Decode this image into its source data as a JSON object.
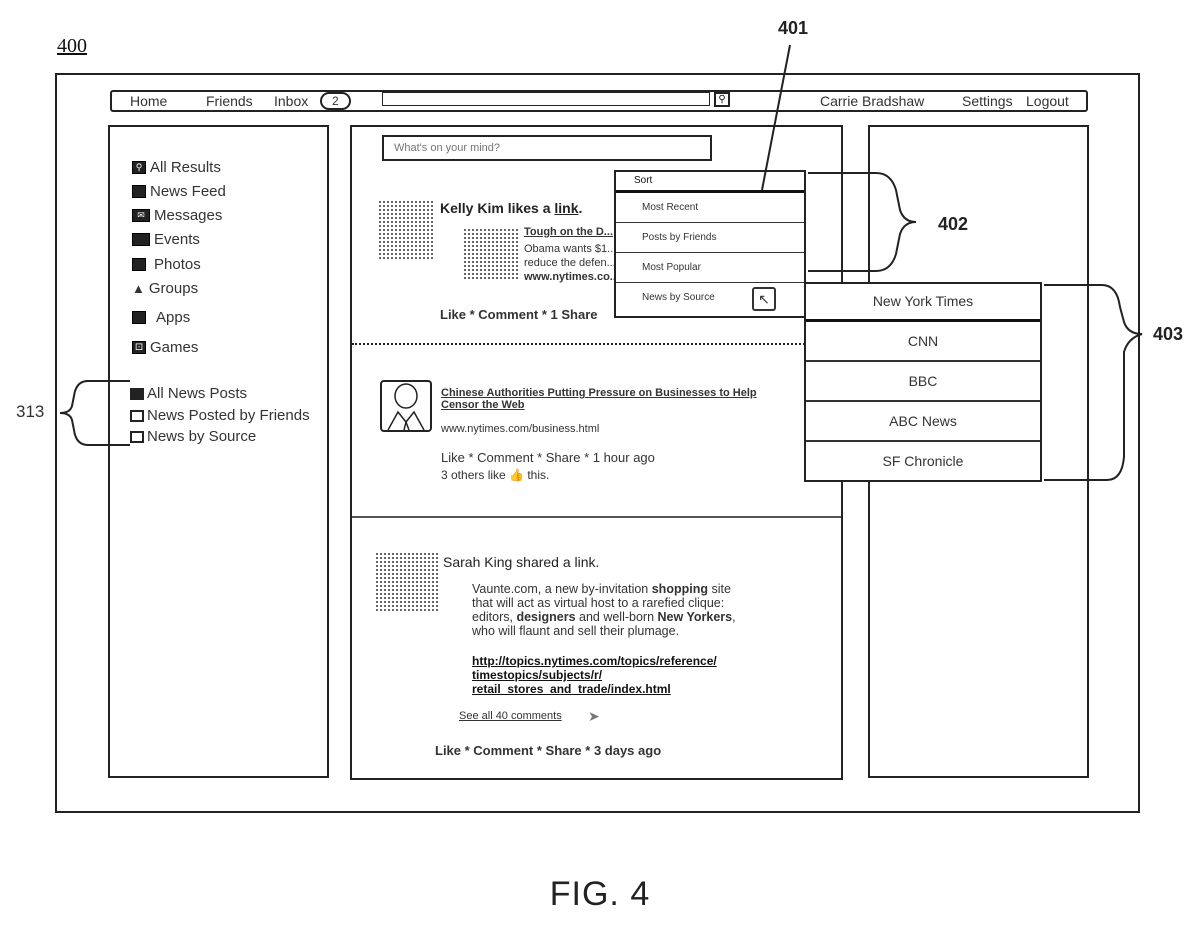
{
  "figure": {
    "reference": "400",
    "caption": "FIG. 4",
    "labels": {
      "sort_menu": "401",
      "sort_options_group": "402",
      "source_options_group": "403",
      "news_filter_group": "313"
    }
  },
  "topbar": {
    "home": "Home",
    "friends": "Friends",
    "inbox": "Inbox",
    "inbox_count": "2",
    "search_placeholder": "",
    "user_name": "Carrie Bradshaw",
    "settings": "Settings",
    "logout": "Logout"
  },
  "sidebar": {
    "items": [
      {
        "label": "All Results",
        "icon": "search-icon"
      },
      {
        "label": "News Feed",
        "icon": "news-feed-icon"
      },
      {
        "label": "Messages",
        "icon": "messages-icon"
      },
      {
        "label": "Events",
        "icon": "events-icon"
      },
      {
        "label": "Photos",
        "icon": "photos-icon"
      },
      {
        "label": "Groups",
        "icon": "groups-icon"
      },
      {
        "label": "Apps",
        "icon": "apps-icon"
      },
      {
        "label": "Games",
        "icon": "games-icon"
      }
    ],
    "news_filters": [
      {
        "label": "All News Posts"
      },
      {
        "label": "News Posted by Friends"
      },
      {
        "label": "News by Source"
      }
    ]
  },
  "composer": {
    "placeholder": "What's on your mind?"
  },
  "posts": [
    {
      "author_line_prefix": "Kelly Kim likes a ",
      "author_line_link": "link",
      "link_title": "Tough on the D...",
      "snippet_1": "Obama wants $1...",
      "snippet_2": "reduce the defen...",
      "source": "www.nytimes.co...",
      "actions": "Like * Comment * 1 Share"
    },
    {
      "link_title": "Chinese Authorities Putting Pressure on Businesses to Help Censor the Web",
      "source": "www.nytimes.com/business.html",
      "actions": "Like * Comment * Share * 1 hour ago",
      "likes": "3 others like",
      "likes_suffix": "this."
    },
    {
      "author_line": "Sarah King shared a link.",
      "body_1": "Vaunte.com, a new by-invitation ",
      "body_1_bold": "shopping",
      "body_1_end": " site",
      "body_2": "that will act as virtual host to a rarefied clique:",
      "body_3": "editors, ",
      "body_3_bold": "designers",
      "body_3_mid": " and well-born ",
      "body_3_bold2": "New Yorkers",
      "body_3_end": ",",
      "body_4": "who will flaunt and sell their plumage.",
      "url_1": "http://topics.nytimes.com/topics/reference/",
      "url_2": "timestopics/subjects/r/",
      "url_3": "retail_stores_and_trade/index.html",
      "comments_link": "See all 40 comments",
      "actions": "Like * Comment * Share * 3 days ago"
    }
  ],
  "sort_menu": {
    "header": "Sort",
    "options": [
      "Most Recent",
      "Posts by Friends",
      "Most Popular",
      "News by Source"
    ]
  },
  "source_menu": {
    "options": [
      "New York Times",
      "CNN",
      "BBC",
      "ABC News",
      "SF Chronicle"
    ]
  }
}
